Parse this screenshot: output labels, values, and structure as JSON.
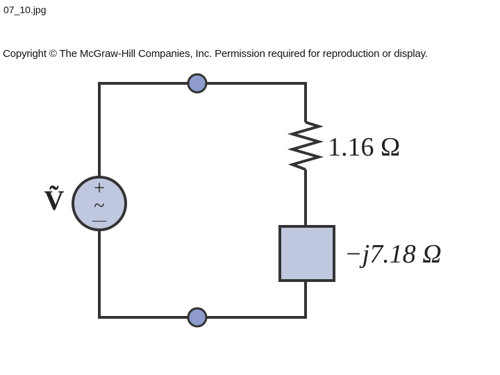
{
  "header": {
    "filename": "07_10.jpg",
    "copyright": "Copyright © The McGraw-Hill Companies, Inc. Permission required for reproduction or display."
  },
  "circuit": {
    "source": {
      "label": "Ṽ",
      "plus": "+",
      "tilde": "~",
      "minus": "—",
      "fill_color": "#c0c8e0"
    },
    "resistor": {
      "label": "1.16 Ω"
    },
    "capacitor": {
      "label": "−j7.18 Ω",
      "fill_color": "#c0c8e0"
    },
    "terminal_color": "#8e9bcc",
    "wire_color": "#333333"
  }
}
